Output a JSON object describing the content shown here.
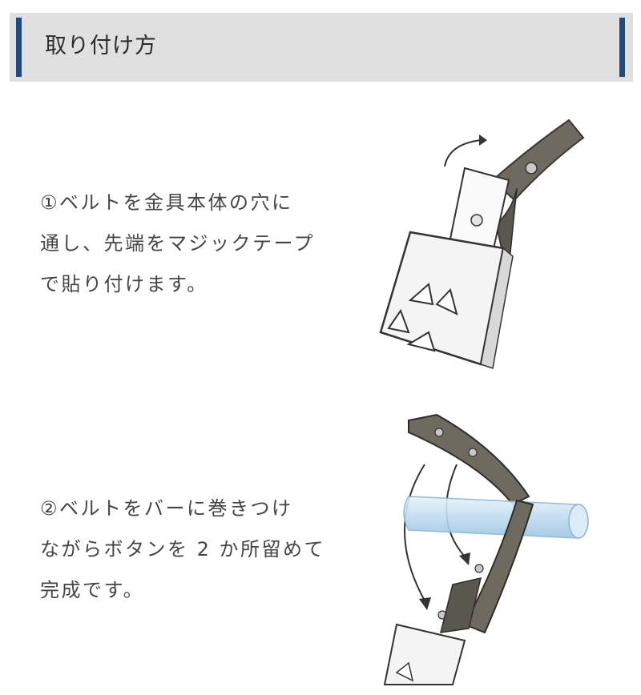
{
  "header": {
    "title": "取り付け方",
    "accent_color": "#1e4a7e",
    "background": "#e0e0e0"
  },
  "steps": [
    {
      "lines": [
        "①ベルトを金具本体の穴に",
        "通し、先端をマジックテープ",
        "で貼り付けます。"
      ],
      "illustration": "belt-clip-velcro-illustration"
    },
    {
      "lines": [
        "②ベルトをバーに巻きつけ",
        "ながらボタンを 2 か所留めて",
        "完成です。"
      ],
      "illustration": "belt-wrap-bar-illustration"
    }
  ]
}
